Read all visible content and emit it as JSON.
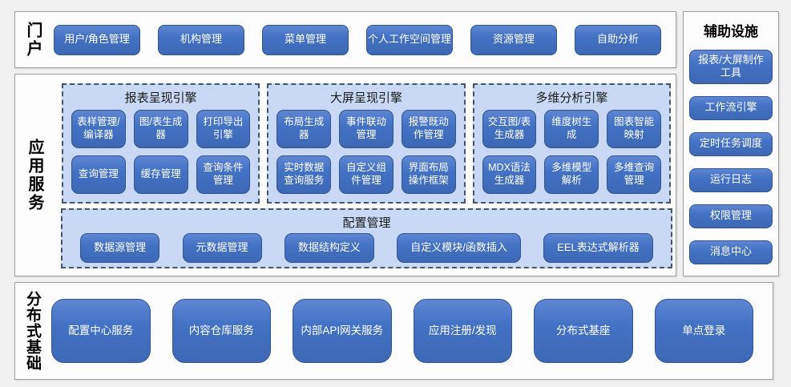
{
  "colors": {
    "node_blue": "#4472c4",
    "node_border": "#2f5597",
    "panel_light_blue": "#c9d9f5",
    "panel_dashed_border": "#44546a",
    "section_bg": "#fdfdfd",
    "section_border": "#9f9f9f",
    "page_bg": "#f1f1f1",
    "node_text": "#ffffff"
  },
  "portal": {
    "label": "门户",
    "buttons": [
      "用户/角色管理",
      "机构管理",
      "菜单管理",
      "个人工作空间管理",
      "资源管理",
      "自助分析"
    ]
  },
  "app_services": {
    "label": "应用服务",
    "engines": [
      {
        "title": "报表呈现引擎",
        "items": [
          "表样管理/编译器",
          "图/表生成器",
          "打印导出引擎",
          "查询管理",
          "缓存管理",
          "查询条件管理"
        ]
      },
      {
        "title": "大屏呈现引擎",
        "items": [
          "布局生成器",
          "事件联动管理",
          "报警既动作管理",
          "实时数据查询服务",
          "自定义组件管理",
          "界面布局操作框架"
        ]
      },
      {
        "title": "多维分析引擎",
        "items": [
          "交互图/表生成器",
          "维度树生成",
          "图表智能映射",
          "MDX语法生成器",
          "多维模型解析",
          "多维查询管理"
        ]
      }
    ],
    "config": {
      "title": "配置管理",
      "items": [
        "数据源管理",
        "元数据管理",
        "数据结构定义",
        "自定义模块/函数插入",
        "EEL表达式解析器"
      ]
    }
  },
  "auxiliary": {
    "label": "辅助设施",
    "buttons": [
      "报表/大屏制作工具",
      "工作流引擎",
      "定时任务调度",
      "运行日志",
      "权限管理",
      "消息中心"
    ]
  },
  "distributed": {
    "label": "分布式基础",
    "buttons": [
      "配置中心服务",
      "内容仓库服务",
      "内部API网关服务",
      "应用注册/发现",
      "分布式基座",
      "单点登录"
    ]
  }
}
